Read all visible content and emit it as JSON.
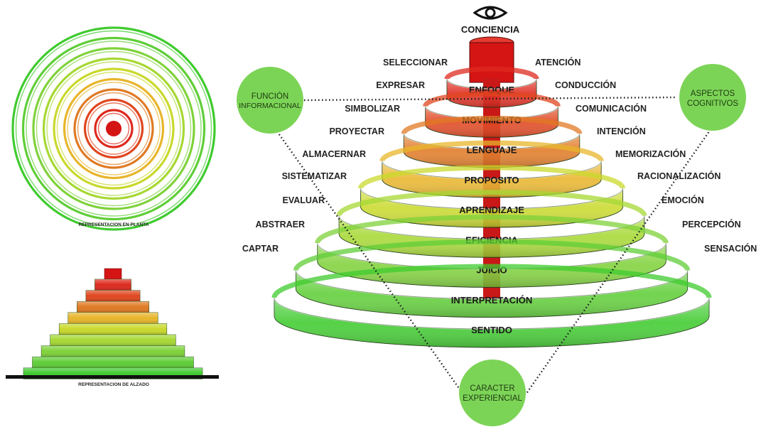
{
  "top": {
    "title": "CONCIENCIA",
    "icon": "eye-icon"
  },
  "plan_caption": "REPRESENTACION EN PLANTA",
  "elevation_caption": "REPRESENTACION DE ALZADO",
  "bands": [
    {
      "label": "ENFOQUE",
      "color": "#de2a1f"
    },
    {
      "label": "MOVIMIENTO",
      "color": "#e0461f"
    },
    {
      "label": "LENGUAJE",
      "color": "#e07a24"
    },
    {
      "label": "PROPOSITO",
      "color": "#e8b52b"
    },
    {
      "label": "APRENDIZAJE",
      "color": "#c9d92c"
    },
    {
      "label": "EFICIENCIA",
      "color": "#a6d833"
    },
    {
      "label": "JUICIO",
      "color": "#7fd23a"
    },
    {
      "label": "INTERPRETACIÓN",
      "color": "#5fce37"
    },
    {
      "label": "SENTIDO",
      "color": "#3fcb2e"
    }
  ],
  "left_labels": [
    "SELECCIONAR",
    "EXPRESAR",
    "SIMBOLIZAR",
    "PROYECTAR",
    "ALMACERNAR",
    "SISTEMATIZAR",
    "EVALUAR",
    "ABSTRAER",
    "CAPTAR"
  ],
  "right_labels": [
    "ATENCIÓN",
    "CONDUCCIÓN",
    "COMUNICACIÓN",
    "INTENCIÓN",
    "MEMORIZACIÓN",
    "RACIONALIZACIÓN",
    "EMOCIÓN",
    "PERCEPCIÓN",
    "SENSACIÓN"
  ],
  "circles": {
    "left": {
      "line1": "FUNCIÓN",
      "line2": "INFORMACIONAL"
    },
    "right": {
      "line1": "ASPECTOS",
      "line2": "COGNITIVOS"
    },
    "bottom": {
      "line1": "CARACTER",
      "line2": "EXPERIENCIAL"
    }
  },
  "colors": {
    "core": "#d51414",
    "circle": "#7cd457",
    "ring_green": "#43c930"
  }
}
